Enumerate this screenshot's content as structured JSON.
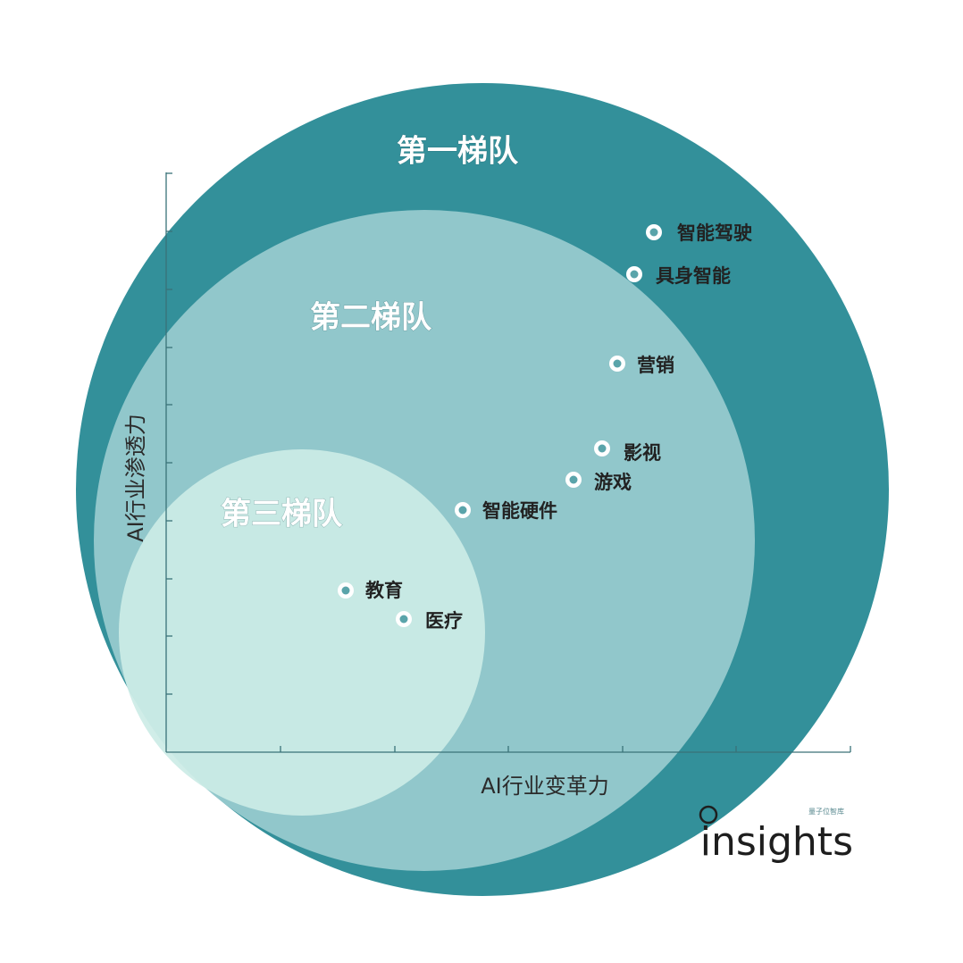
{
  "chart_data": {
    "type": "scatter",
    "xlabel": "AI行业变革力",
    "ylabel": "AI行业渗透力",
    "tiers": [
      {
        "name": "第一梯队",
        "color": "#33909a"
      },
      {
        "name": "第二梯队",
        "color": "#95c9cd"
      },
      {
        "name": "第三梯队",
        "color": "#ccebe6"
      }
    ],
    "points": [
      {
        "label": "智能驾驶"
      },
      {
        "label": "具身智能"
      },
      {
        "label": "营销"
      },
      {
        "label": "影视"
      },
      {
        "label": "游戏"
      },
      {
        "label": "智能硬件"
      },
      {
        "label": "教育"
      },
      {
        "label": "医疗"
      }
    ]
  },
  "branding": {
    "logo_text": "insights",
    "logo_small_text": "量子位智库"
  }
}
